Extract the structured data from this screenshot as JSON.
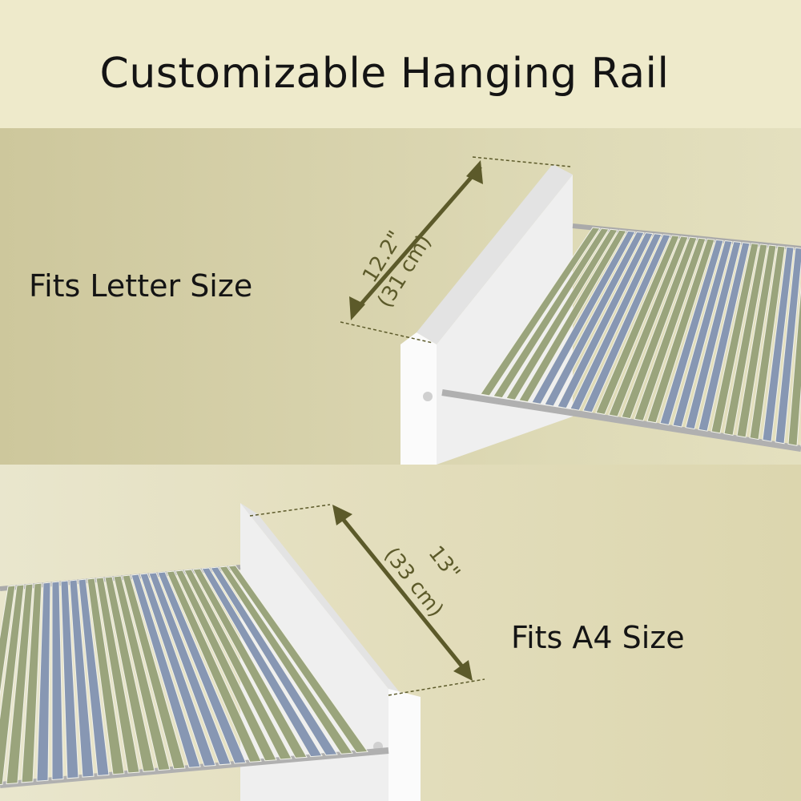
{
  "title": "Customizable Hanging Rail",
  "letter": {
    "caption": "Fits Letter Size",
    "dimension_in": "12.2\"",
    "dimension_cm": "(31 cm)"
  },
  "a4": {
    "caption": "Fits A4 Size",
    "dimension_in": "13\"",
    "dimension_cm": "(33 cm)"
  },
  "colors": {
    "background": "#eeeacb",
    "folder_green": "#9aa47c",
    "folder_blue": "#8797b3",
    "dimension_line": "#5c5a2a",
    "cabinet": "#f6f6f6",
    "rail": "#b9b9b9"
  }
}
